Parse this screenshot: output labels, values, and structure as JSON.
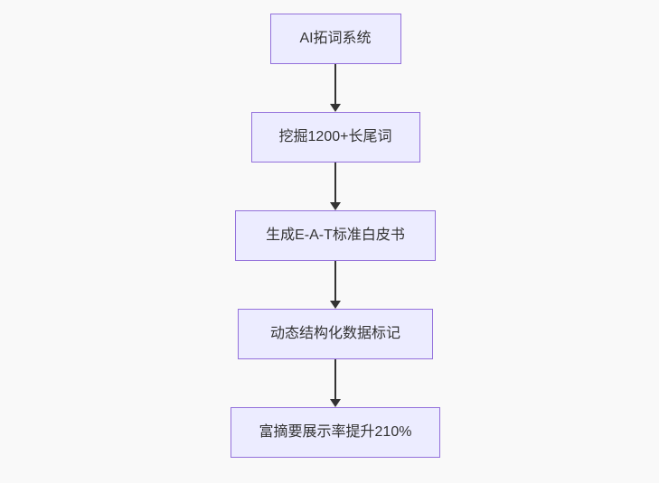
{
  "flowchart": {
    "direction": "top-down",
    "nodes": [
      {
        "label": "AI拓词系统"
      },
      {
        "label": "挖掘1200+长尾词"
      },
      {
        "label": "生成E-A-T标准白皮书"
      },
      {
        "label": "动态结构化数据标记"
      },
      {
        "label": "富摘要展示率提升210%"
      }
    ],
    "edges": [
      {
        "from": 0,
        "to": 1
      },
      {
        "from": 1,
        "to": 2
      },
      {
        "from": 2,
        "to": 3
      },
      {
        "from": 3,
        "to": 4
      }
    ],
    "colors": {
      "background": "#f9f9f9",
      "node_fill": "#ECECFF",
      "node_border": "#9370DB",
      "text": "#333333",
      "arrow": "#333333"
    }
  }
}
